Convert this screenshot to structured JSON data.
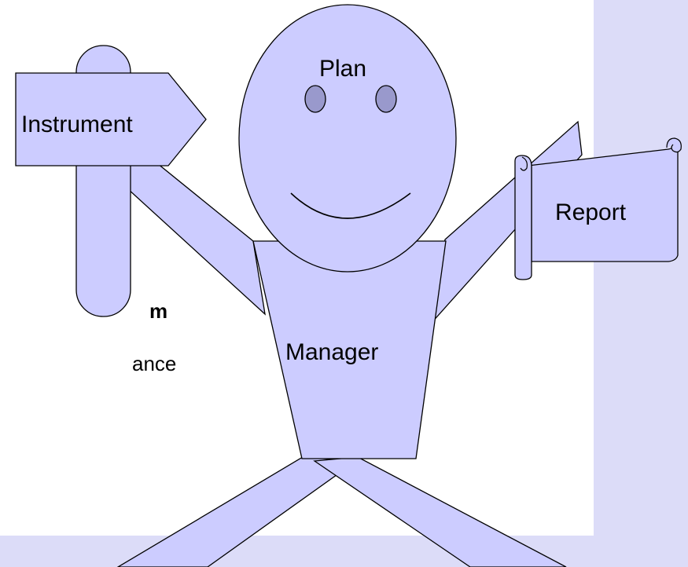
{
  "labels": {
    "plan": "Plan",
    "instrument": "Instrument",
    "report": "Report",
    "manager": "Manager"
  },
  "cropped_text": {
    "bold_fragment": "m",
    "normal_fragment": "ance"
  },
  "colors": {
    "figure_fill": "#ccccff",
    "panel_fill": "#dcdcf8",
    "outline": "#000000",
    "background": "#ffffff"
  }
}
